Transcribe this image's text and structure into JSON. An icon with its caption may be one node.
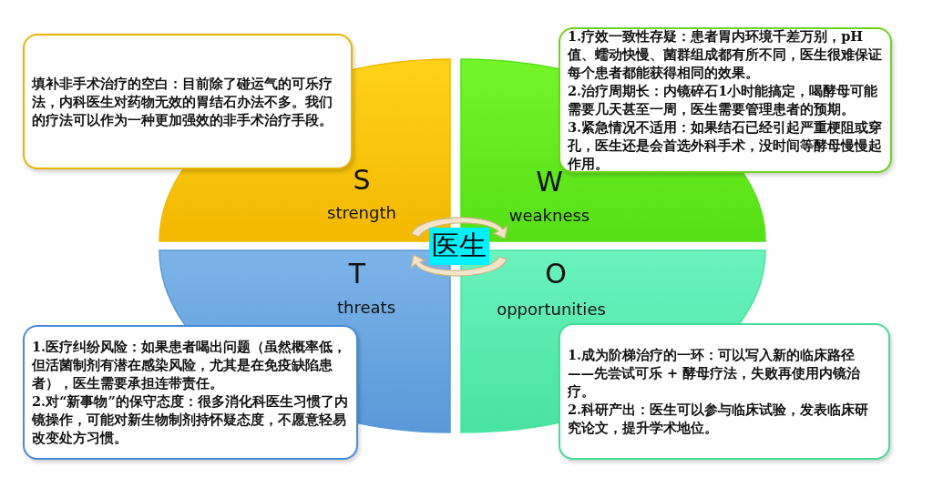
{
  "diagram": {
    "nodes": [
      {
        "text": [
          "S",
          "strength"
        ]
      },
      {
        "text": [
          "W",
          "weakness"
        ]
      },
      {
        "text": [
          "T",
          "threats"
        ]
      },
      {
        "text": [
          "O",
          "opportunities"
        ]
      },
      {
        "text": [
          "填补非手术治疗的空白：目前除了碰运气的可乐疗法，内科医生对药物无效的胃结石办法不多。我们的疗法可以作为一种更加强效的非手术治疗手段。"
        ]
      },
      {
        "text": [
          "1.疗效一致性存疑：患者胃内环境千差万别，pH值、蠕动快慢、菌群组成都有所不同，医生很难保证每个患者都能获得相同的效果。",
          "2.治疗周期长：内镜碎石1小时能搞定，喝酵母可能需要几天甚至一周，医生需要管理患者的预期。",
          "3.紧急情况不适用：如果结石已经引起严重梗阻或穿孔，医生还是会首选外科手术，没时间等酵母慢慢起作用。"
        ]
      },
      {
        "text": [
          "1.医疗纠纷风险：如果患者喝出问题（虽然概率低，但活菌制剂有潜在感染风险，尤其是在免疫缺陷患者），医生需要承担连带责任。",
          "2.对“新事物”的保守态度：很多消化科医生习惯了内镜操作，可能对新生物制剂持怀疑态度，不愿意轻易改变处方习惯。"
        ]
      },
      {
        "text": [
          "1.成为阶梯治疗的一环：可以写入新的临床路径——先尝试可乐 + 酵母疗法，失败再使用内镜治疗。",
          "2.科研产出：医生可以参与临床试验，发表临床研究论文，提升学术地位。"
        ]
      },
      {
        "text": [
          "医生"
        ]
      }
    ]
  }
}
